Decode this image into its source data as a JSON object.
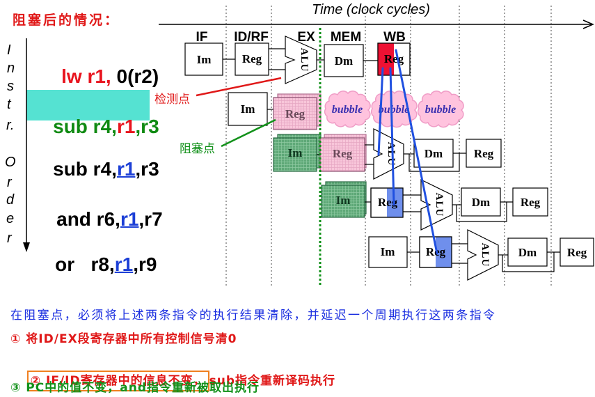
{
  "title": "阻塞后的情况：",
  "time_axis": "Time (clock cycles)",
  "order_axis": [
    "I",
    "n",
    "s",
    "t",
    "r.",
    "O",
    "r",
    "d",
    "e",
    "r"
  ],
  "stages": [
    "IF",
    "ID/RF",
    "EX",
    "MEM",
    "WB"
  ],
  "instructions": [
    {
      "op": "lw r1,",
      "arg": " 0(r2)"
    },
    {
      "op": "sub r4,",
      "reg": "r1",
      "rest": ",r3"
    },
    {
      "op": "sub r4,",
      "reg": "r1",
      "rest": ",r3"
    },
    {
      "op": "and r6,",
      "reg": "r1",
      "rest": ",r7"
    },
    {
      "op": "or   r8,",
      "reg": "r1",
      "rest": ",r9"
    }
  ],
  "units": {
    "im": "Im",
    "reg": "Reg",
    "alu": "ALU",
    "dm": "Dm",
    "bubble": "bubble"
  },
  "callouts": {
    "detect": "检测点",
    "stall": "阻塞点"
  },
  "notes": {
    "intro": "在阻塞点，必须将上述两条指令的执行结果清除，并延迟一个周期执行这两条指令",
    "step1": "① 将ID/EX段寄存器中所有控制信号清0",
    "step2_boxed": "② IF/ID寄存器中的信息不变，",
    "step2_rest": "sub指令重新译码执行",
    "step3": "③ PC中的值不变，and指令重新被取出执行"
  },
  "colors": {
    "highlight": "#55e2d2",
    "write_half": "#ee1133",
    "read_half": "#6f8fec",
    "forward_path": "#2050e0",
    "detect": "#e01818",
    "stall": "#12911a",
    "bubble": "#ffc3de"
  }
}
